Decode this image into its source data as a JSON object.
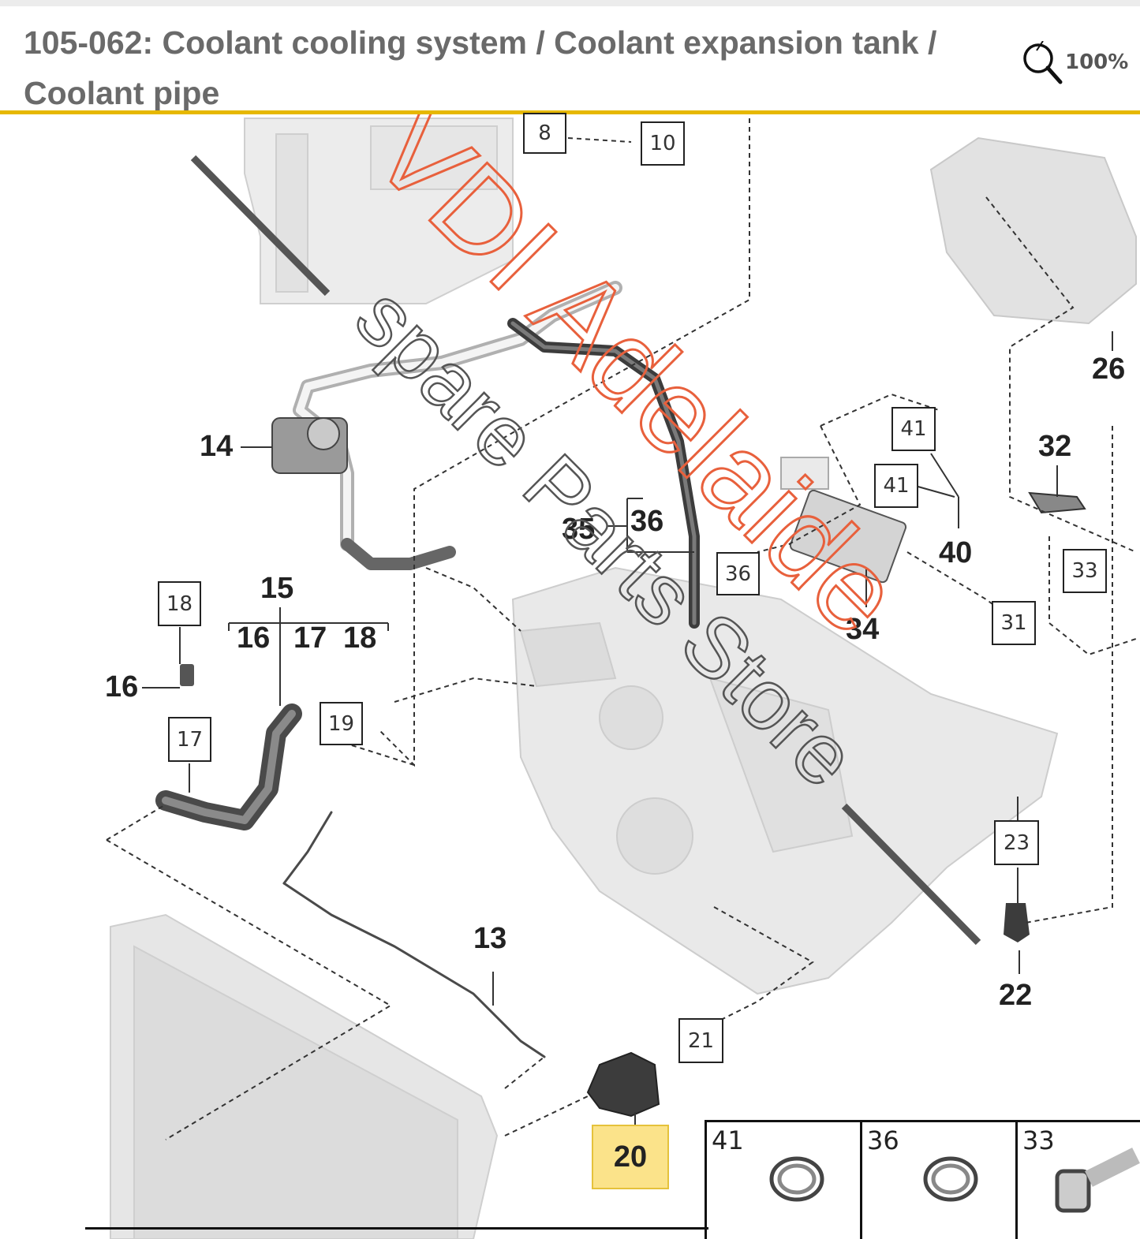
{
  "header": {
    "title": "105-062: Coolant cooling system / Coolant expansion tank / Coolant pipe",
    "zoom_label": "100%"
  },
  "callouts_boxed": [
    "8",
    "10",
    "41",
    "41",
    "36",
    "33",
    "31",
    "18",
    "19",
    "17",
    "23",
    "21"
  ],
  "callouts_plain": [
    "14",
    "15",
    "16",
    "17",
    "18",
    "16",
    "35",
    "36",
    "40",
    "34",
    "32",
    "26",
    "22",
    "13"
  ],
  "highlighted_part": "20",
  "legend": [
    {
      "number": "41",
      "icon": "hose-clamp-icon"
    },
    {
      "number": "36",
      "icon": "hose-clamp-icon"
    },
    {
      "number": "33",
      "icon": "bolt-icon"
    }
  ],
  "watermark": {
    "line1": "VDI Adelaide",
    "line2": "spare Parts Store"
  },
  "colors": {
    "accent_rule": "#e6b800",
    "highlight_fill": "#fbe38a",
    "watermark_red": "#e8603c",
    "watermark_gray": "#555555"
  }
}
